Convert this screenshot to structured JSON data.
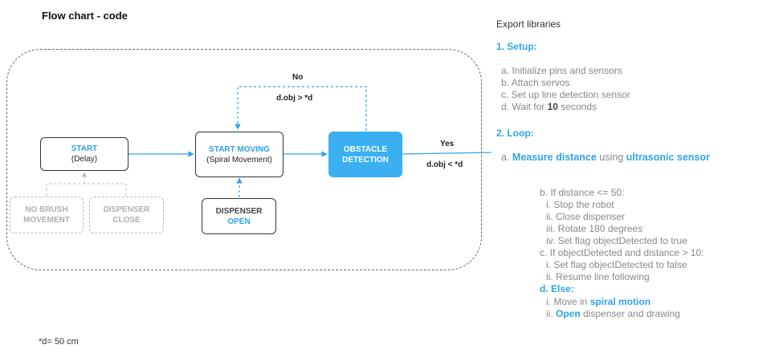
{
  "title": "Flow chart - code",
  "footnote": "*d= 50 cm",
  "flowchart": {
    "start": {
      "title": "START",
      "sub": "(Delay)"
    },
    "start_moving": {
      "title": "START MOVING",
      "sub": "(Spiral Movement)"
    },
    "obstacle": {
      "line1": "OBSTACLE",
      "line2": "DETECTION"
    },
    "dispenser_open": {
      "line1": "DISPENSER",
      "line2": "OPEN"
    },
    "no_brush": {
      "line1": "NO BRUSH",
      "line2": "MOVEMENT"
    },
    "dispenser_close": {
      "line1": "DISPENSER",
      "line2": "CLOSE"
    },
    "labels": {
      "no": "No",
      "no_cond": "d.obj > *d",
      "yes": "Yes",
      "yes_cond": "d.obj < *d"
    }
  },
  "code": {
    "export": "Export libraries",
    "setup": {
      "heading": "1. Setup:",
      "steps": [
        "a. Initialize pins and sensors",
        "b. Attach servos",
        "c. Set up line detection sensor"
      ],
      "step_d_prefix": "d. Wait for ",
      "step_d_bold": "10",
      "step_d_suffix": " seconds"
    },
    "loop": {
      "heading": "2. Loop:",
      "a_prefix": "a. ",
      "a_hl1": "Measure distance",
      "a_mid": " using ",
      "a_hl2": "ultrasonic sensor",
      "b_lines": [
        "b. If distance <= 50:",
        "i. Stop the robot",
        "ii. Close dispenser",
        "iii. Rotate 180 degrees",
        "iv. Set flag objectDetected to true",
        "c. If objectDetected and distance > 10:",
        "i. Set flag objectDetected to false",
        "ii. Resume line following"
      ],
      "else_heading": "d. Else:",
      "else_i_prefix": "i. Move in ",
      "else_i_hl": "spiral motion",
      "else_ii_prefix": "ii. ",
      "else_ii_hl": "Open",
      "else_ii_suffix": " dispenser and drawing"
    }
  },
  "colors": {
    "accent": "#2EA3EC",
    "node_fill": "#3AB0F1"
  }
}
